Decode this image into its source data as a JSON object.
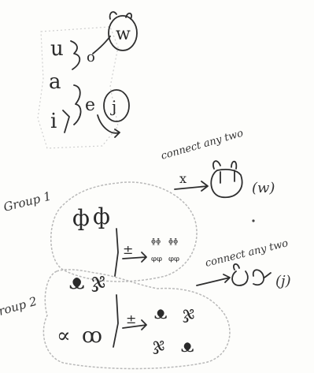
{
  "vowels": {
    "u": "u",
    "o": "o",
    "a": "a",
    "i": "i",
    "e": "e"
  },
  "circled": {
    "w": "w",
    "j": "j"
  },
  "labels": {
    "group1": "Group 1",
    "group2": "roup 2",
    "connect_top": "connect any two",
    "connect_bottom": "connect any two",
    "x_mark": "x",
    "pm1": "±",
    "pm2": "±",
    "w_paren": "(w)",
    "j_paren": "(j)"
  },
  "glyphs": {
    "g1_left": "ф",
    "g1_right": "ф",
    "g2_left": "ᴥ",
    "g2_right": "ჯ",
    "g2_bottom_left": "∝",
    "g2_bottom_right": "ꝏ"
  }
}
